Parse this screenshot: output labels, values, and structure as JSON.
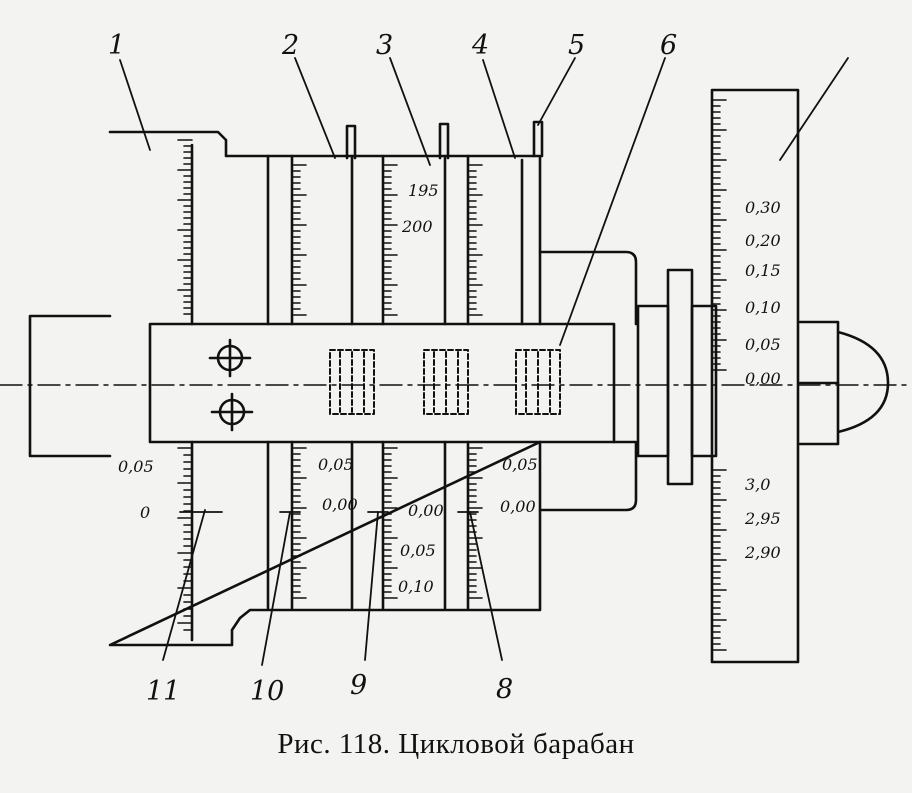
{
  "figure": {
    "caption": "Рис. 118. Цикловой барабан",
    "callouts": {
      "c1": "1",
      "c2": "2",
      "c3": "3",
      "c4": "4",
      "c5": "5",
      "c6": "6",
      "c8": "8",
      "c9": "9",
      "c10": "10",
      "c11": "11"
    },
    "right_scale": {
      "upper": [
        "0,30",
        "0,20",
        "0,15",
        "0,10",
        "0,05",
        "0,00"
      ],
      "lower": [
        "3,0",
        "2,95",
        "2,90"
      ]
    },
    "drum_labels": {
      "top_3a": "195",
      "top_3b": "200",
      "bottom_1a": "0,05",
      "bottom_1b": "0",
      "bottom_2a": "0,05",
      "bottom_2b": "0,00",
      "bottom_3a": "0,00",
      "bottom_3b": "0,05",
      "bottom_3c": "0,10",
      "bottom_4a": "0,05",
      "bottom_4b": "0,00"
    }
  }
}
